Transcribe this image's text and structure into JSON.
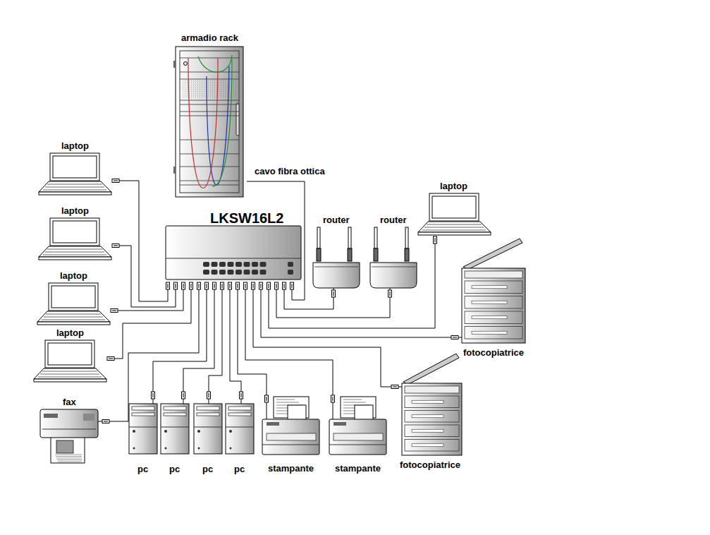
{
  "diagram": {
    "nodes": [
      {
        "text": [
          "armadio rack"
        ]
      },
      {
        "text": [
          "laptop"
        ]
      },
      {
        "text": [
          "laptop"
        ]
      },
      {
        "text": [
          "laptop"
        ]
      },
      {
        "text": [
          "LKSW16L2"
        ]
      },
      {
        "text": [
          "router"
        ]
      },
      {
        "text": [
          "router"
        ]
      },
      {
        "text": [
          "laptop"
        ]
      },
      {
        "text": [
          "laptop"
        ]
      },
      {
        "text": [
          "fotocopiatrice"
        ]
      },
      {
        "text": [
          "fax"
        ]
      },
      {
        "text": [
          "pc"
        ]
      },
      {
        "text": [
          "pc"
        ]
      },
      {
        "text": [
          "pc"
        ]
      },
      {
        "text": [
          "pc"
        ]
      },
      {
        "text": [
          "stampante"
        ]
      },
      {
        "text": [
          "stampante"
        ]
      },
      {
        "text": [
          "fotocopiatrice"
        ]
      }
    ],
    "edges": [
      {
        "from": 0,
        "to": 4,
        "arrow": "none",
        "label": "cavo fibra ottica"
      },
      {
        "from": 4,
        "to": 1,
        "arrow": "none"
      },
      {
        "from": 4,
        "to": 3,
        "arrow": "none"
      },
      {
        "from": 4,
        "to": 7,
        "arrow": "none"
      },
      {
        "from": 4,
        "to": 8,
        "arrow": "none"
      },
      {
        "from": 4,
        "to": 10,
        "arrow": "none"
      },
      {
        "from": 4,
        "to": 11,
        "arrow": "none"
      },
      {
        "from": 4,
        "to": 12,
        "arrow": "none"
      },
      {
        "from": 4,
        "to": 13,
        "arrow": "none"
      },
      {
        "from": 4,
        "to": 14,
        "arrow": "none"
      },
      {
        "from": 4,
        "to": 15,
        "arrow": "none"
      },
      {
        "from": 4,
        "to": 16,
        "arrow": "none"
      },
      {
        "from": 4,
        "to": 17,
        "arrow": "none"
      },
      {
        "from": 4,
        "to": 9,
        "arrow": "none"
      },
      {
        "from": 4,
        "to": 2,
        "arrow": "none"
      },
      {
        "from": 4,
        "to": 6,
        "arrow": "none"
      },
      {
        "from": 4,
        "to": 5,
        "arrow": "none"
      }
    ]
  }
}
